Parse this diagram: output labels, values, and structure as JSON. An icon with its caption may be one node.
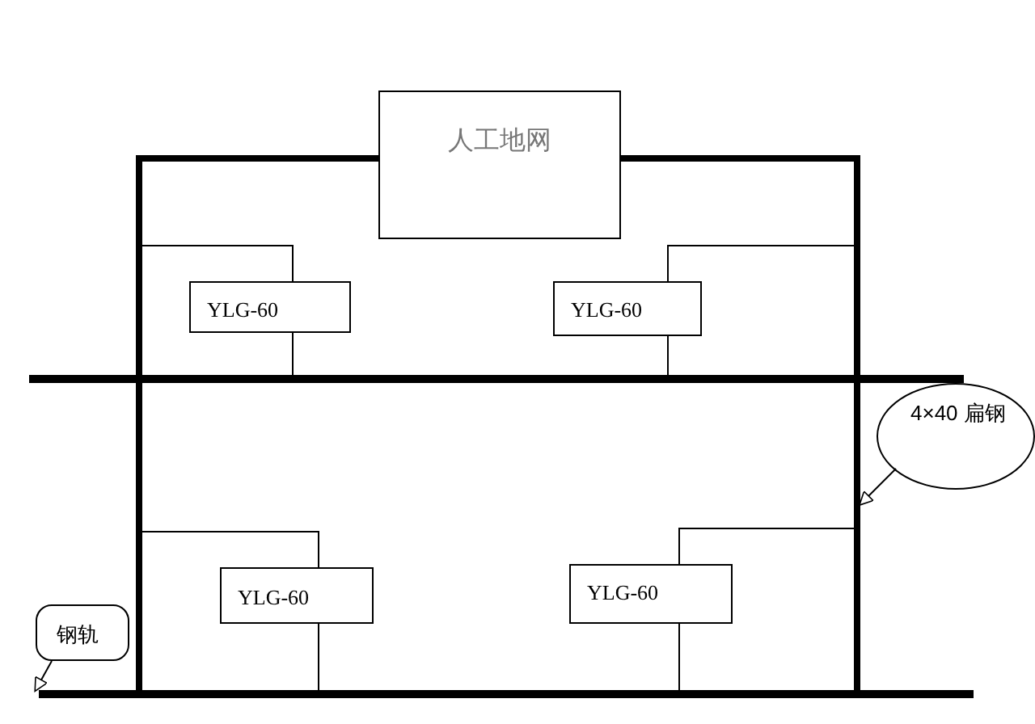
{
  "diagram": {
    "nodes": [
      {
        "text": [
          "人工地网"
        ]
      },
      {
        "text": [
          "YLG-60"
        ]
      },
      {
        "text": [
          "YLG-60"
        ]
      },
      {
        "text": [
          "YLG-60"
        ]
      },
      {
        "text": [
          "YLG-60"
        ]
      },
      {
        "text": [
          "4×40 扁钢"
        ]
      },
      {
        "text": [
          "钢轨"
        ]
      },
      {
        "text": [],
        "shape": "bar"
      },
      {
        "text": [],
        "shape": "bar"
      },
      {
        "text": [],
        "shape": "bar"
      },
      {
        "text": [],
        "shape": "bar"
      },
      {
        "text": [],
        "shape": "bar"
      },
      {
        "text": [],
        "shape": "bar"
      }
    ],
    "edges": [
      {
        "from": 7,
        "to": 1,
        "arrow": "none"
      },
      {
        "from": 1,
        "to": 11,
        "arrow": "none"
      },
      {
        "from": 8,
        "to": 2,
        "arrow": "none"
      },
      {
        "from": 2,
        "to": 11,
        "arrow": "none"
      },
      {
        "from": 7,
        "to": 3,
        "arrow": "none"
      },
      {
        "from": 3,
        "to": 12,
        "arrow": "none"
      },
      {
        "from": 8,
        "to": 4,
        "arrow": "none"
      },
      {
        "from": 4,
        "to": 12,
        "arrow": "none"
      },
      {
        "from": 5,
        "to": 8,
        "arrow": "to"
      },
      {
        "from": 6,
        "to": 12,
        "arrow": "to"
      }
    ]
  }
}
